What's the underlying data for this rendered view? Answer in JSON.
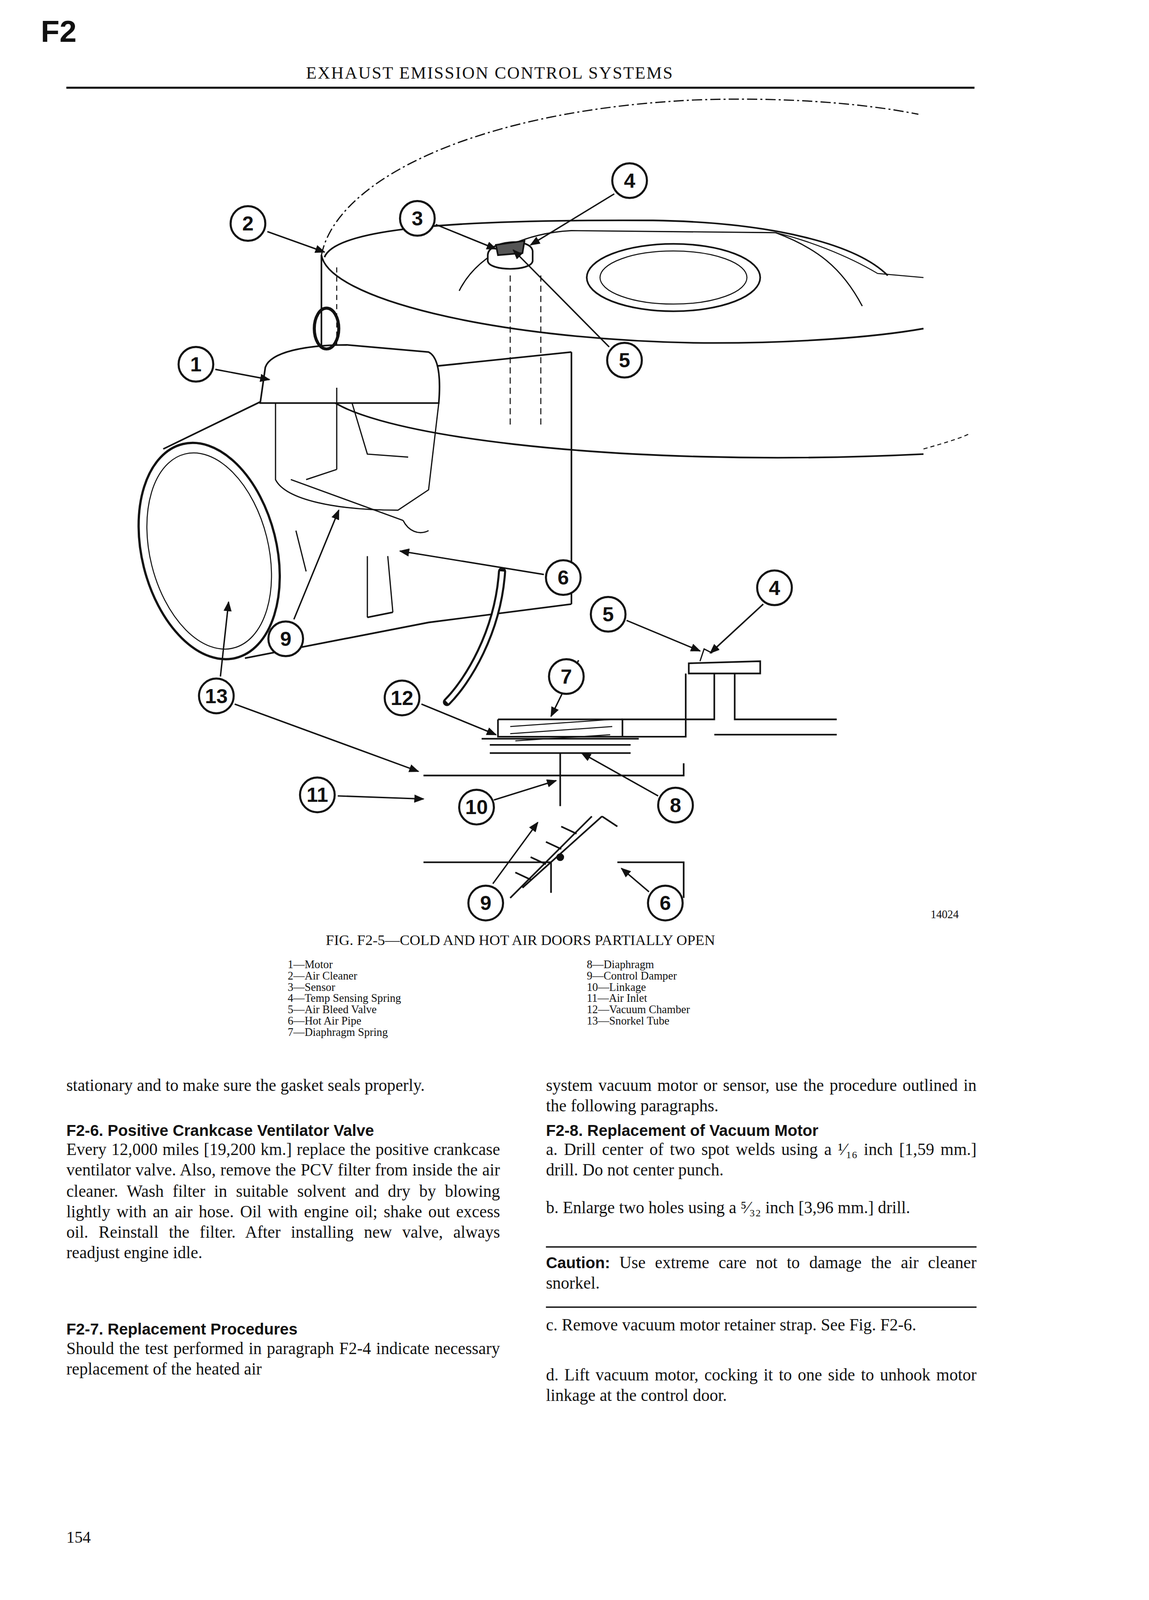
{
  "diagram": {
    "title": "EXHAUST EMISSION CONTROL SYSTEMS",
    "caption": "FIG. F2-5—COLD AND HOT AIR DOORS PARTIALLY OPEN",
    "nodes": [
      {
        "text": [
          "4"
        ]
      },
      {
        "text": [
          "2"
        ]
      },
      {
        "text": [
          "3"
        ]
      },
      {
        "text": [
          "1"
        ]
      },
      {
        "text": [
          "5"
        ]
      },
      {
        "text": [
          "6"
        ]
      },
      {
        "text": [
          "4"
        ]
      },
      {
        "text": [
          "5"
        ]
      },
      {
        "text": [
          "9"
        ]
      },
      {
        "text": [
          "7"
        ]
      },
      {
        "text": [
          "13"
        ]
      },
      {
        "text": [
          "12"
        ]
      },
      {
        "text": [
          "11"
        ]
      },
      {
        "text": [
          "10"
        ]
      },
      {
        "text": [
          "8"
        ]
      },
      {
        "text": [
          "9"
        ]
      },
      {
        "text": [
          "6"
        ]
      }
    ],
    "labels": [
      "F2",
      "14024",
      "1—Motor",
      "2—Air Cleaner",
      "3—Sensor",
      "4—Temp Sensing Spring",
      "5—Air Bleed Valve",
      "6—Hot Air Pipe",
      "7—Diaphragm Spring",
      "8—Diaphragm",
      "9—Control Damper",
      "10—Linkage",
      "11—Air Inlet",
      "12—Vacuum Chamber",
      "13—Snorkel Tube",
      "stationary and to make sure the gasket seals properly.",
      "F2-6. Positive Crankcase Ventilator Valve",
      "Every 12,000 miles [19,200 km.] replace the positive crankcase ventilator valve. Also, remove the PCV filter from inside the air cleaner. Wash filter in suitable solvent and dry by blowing lightly with an air hose. Oil with engine oil; shake out excess oil. Reinstall the filter. After installing new valve, always readjust engine idle.",
      "F2-7. Replacement Procedures",
      "Should the test performed in paragraph F2-4 indicate necessary replacement of the heated air",
      "system vacuum motor or sensor, use the procedure outlined in the following paragraphs.",
      "F2-8. Replacement of Vacuum Motor",
      "a. Drill center of two spot welds using a ¹⁄₁₆ inch [1,59 mm.] drill. Do not center punch.",
      "b. Enlarge two holes using a ⁵⁄₃₂ inch [3,96 mm.] drill.",
      "Caution:",
      "Use extreme care not to damage the air cleaner snorkel.",
      "c. Remove vacuum motor retainer strap. See Fig. F2-6.",
      "d. Lift vacuum motor, cocking it to one side to unhook motor linkage at the control door.",
      "154"
    ]
  }
}
